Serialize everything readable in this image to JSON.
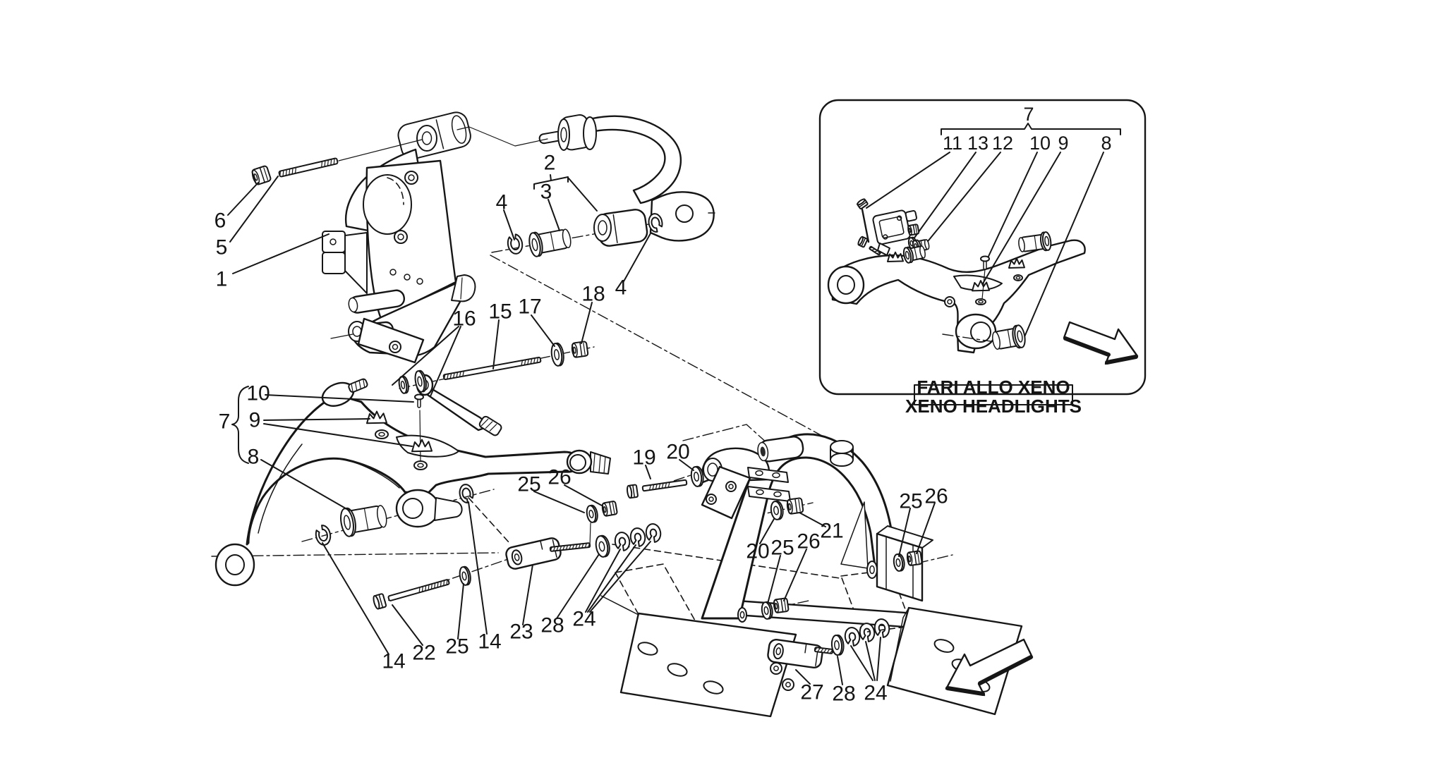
{
  "colors": {
    "ink": "#161616",
    "paper": "#ffffff"
  },
  "callouts": {
    "1": "1",
    "2": "2",
    "3": "3",
    "4": "4",
    "5": "5",
    "6": "6",
    "7": "7",
    "8": "8",
    "9": "9",
    "10": "10",
    "11": "11",
    "12": "12",
    "13": "13",
    "14": "14",
    "15": "15",
    "16": "16",
    "17": "17",
    "18": "18",
    "19": "19",
    "20": "20",
    "21": "21",
    "22": "22",
    "23": "23",
    "24": "24",
    "25": "25",
    "26": "26",
    "27": "27",
    "28": "28"
  },
  "inset": {
    "group_label": "7",
    "sequence": [
      "11",
      "13",
      "12",
      "10",
      "9",
      "8"
    ],
    "caption_it": "FARI ALLO XENO",
    "caption_en": "XENO HEADLIGHTS"
  }
}
